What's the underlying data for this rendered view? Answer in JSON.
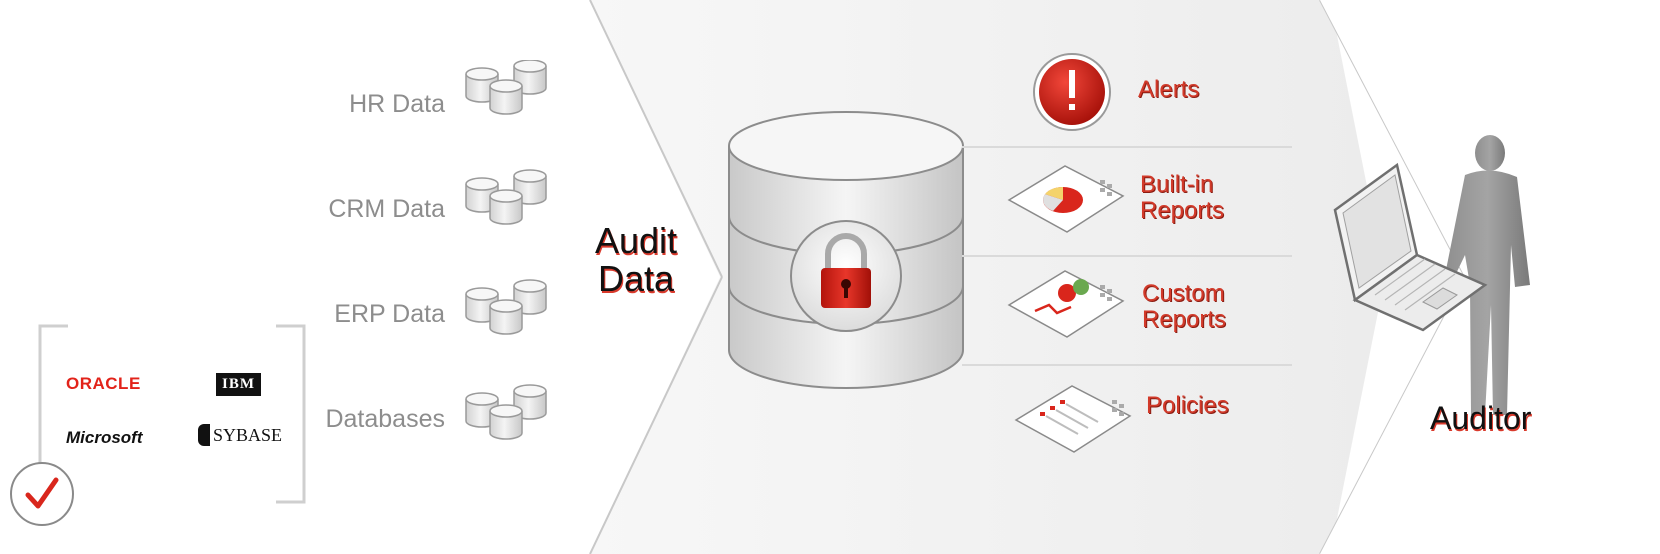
{
  "sources": [
    {
      "label": "HR Data"
    },
    {
      "label": "CRM Data"
    },
    {
      "label": "ERP Data"
    },
    {
      "label": "Databases"
    }
  ],
  "vendors": {
    "oracle": "ORACLE",
    "ibm": "IBM",
    "microsoft": "Microsoft",
    "sybase": "SYBASE"
  },
  "center": {
    "line1": "Audit",
    "line2": "Data"
  },
  "outputs": {
    "alerts": "Alerts",
    "builtin_line1": "Built-in",
    "builtin_line2": "Reports",
    "custom_line1": "Custom",
    "custom_line2": "Reports",
    "policies": "Policies"
  },
  "auditor": "Auditor",
  "colors": {
    "accent_red": "#d23a2a",
    "grey_text": "#8d8d8d",
    "chevron": "#f2f2f2"
  },
  "icons": [
    "database-cluster-icon",
    "padlock-icon",
    "alert-icon",
    "report-icon",
    "policy-icon",
    "laptop-icon",
    "person-icon",
    "checkmark-icon"
  ]
}
